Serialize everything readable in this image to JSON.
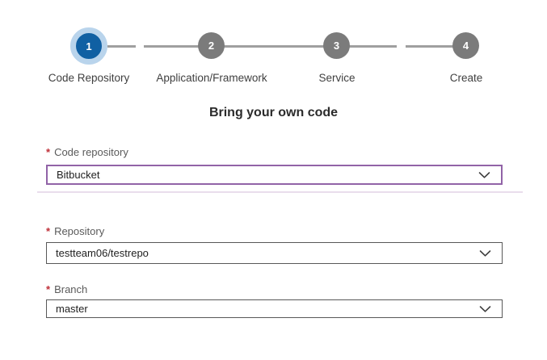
{
  "stepper": {
    "steps": [
      {
        "number": "1",
        "label": "Code Repository",
        "state": "active"
      },
      {
        "number": "2",
        "label": "Application/Framework",
        "state": "upcoming"
      },
      {
        "number": "3",
        "label": "Service",
        "state": "upcoming"
      },
      {
        "number": "4",
        "label": "Create",
        "state": "upcoming"
      }
    ],
    "colors": {
      "active_fill": "#1060a3",
      "active_halo": "#b9d4ec",
      "inactive_fill": "#7b7b7b",
      "connector": "#9f9f9f"
    }
  },
  "heading": {
    "title": "Bring your own code"
  },
  "form": {
    "required_marker": "*",
    "required_color": "#bf2f38",
    "focused_border_color": "#9163a7",
    "fields": [
      {
        "id": "code-repository",
        "label": "Code repository",
        "value": "Bitbucket",
        "focused": true
      },
      {
        "id": "repository",
        "label": "Repository",
        "value": "testteam06/testrepo",
        "focused": false
      },
      {
        "id": "branch",
        "label": "Branch",
        "value": "master",
        "focused": false
      }
    ]
  },
  "icons": {
    "dropdown_chevron": "chevron-down-icon"
  }
}
